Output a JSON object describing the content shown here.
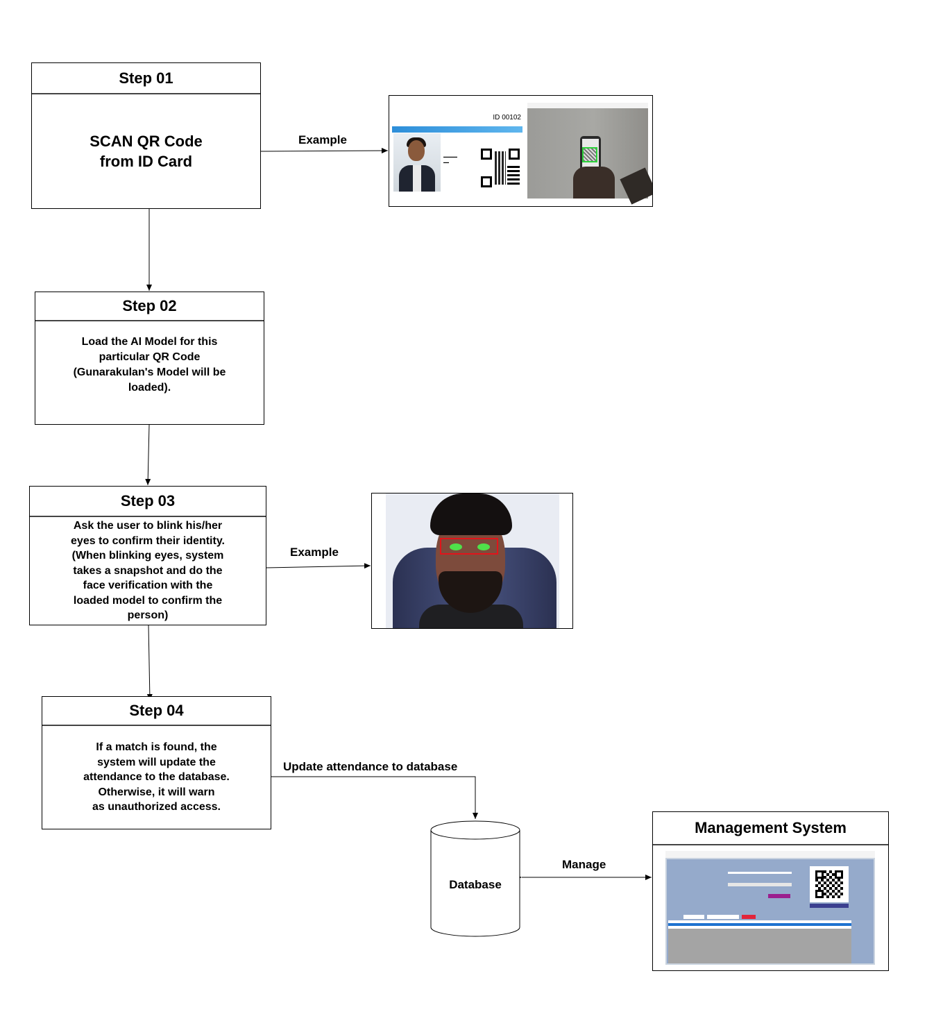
{
  "steps": [
    {
      "title": "Step 01",
      "text_lines": [
        "SCAN QR Code",
        "from ID Card"
      ]
    },
    {
      "title": "Step 02",
      "text_lines": [
        "Load the AI Model for this",
        "particular QR Code",
        "(Gunarakulan's Model will be",
        "loaded)."
      ]
    },
    {
      "title": "Step 03",
      "text_lines": [
        "Ask the user to blink his/her",
        "eyes to confirm their identity.",
        "(When blinking eyes, system",
        "takes a snapshot and do the",
        "face verification with the",
        "loaded model to confirm the",
        "person)"
      ]
    },
    {
      "title": "Step 04",
      "text_lines": [
        "If a match is found, the",
        "system will update the",
        "attendance to the database.",
        "Otherwise, it will warn",
        "as unauthorized access."
      ]
    }
  ],
  "edge_labels": {
    "example_1": "Example",
    "example_3": "Example",
    "update": "Update attendance to database",
    "manage": "Manage"
  },
  "database": {
    "label": "Database"
  },
  "management": {
    "title": "Management System"
  },
  "id_card": {
    "id_label": "ID",
    "id_number": "00102"
  },
  "colors": {
    "line": "#000000",
    "eye_box": "#e2141a",
    "card_stripe": "#2d8ed9"
  }
}
